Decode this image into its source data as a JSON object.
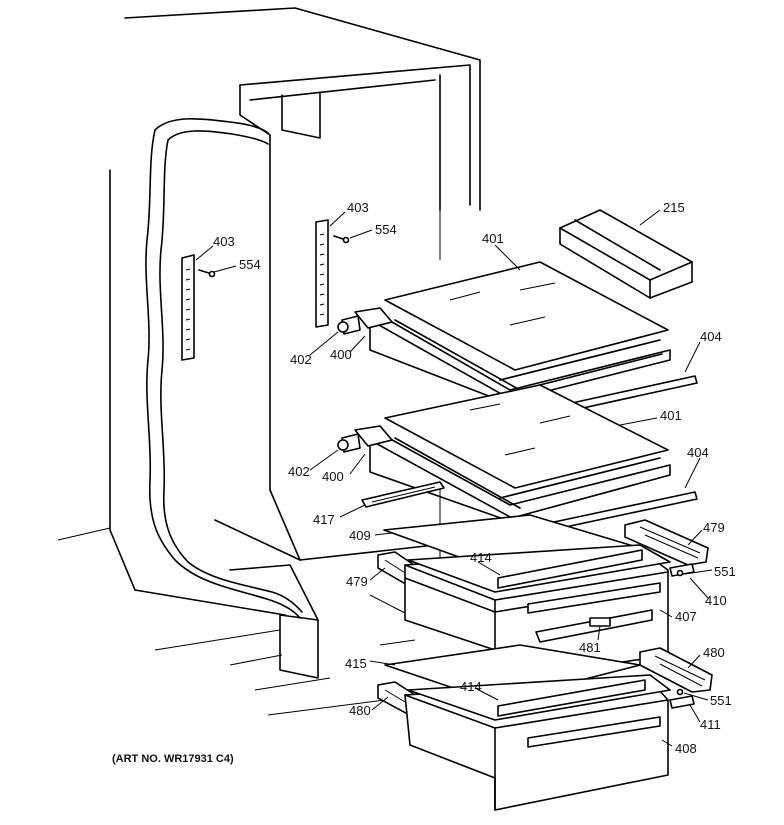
{
  "callouts": {
    "c215": "215",
    "c401_top": "401",
    "c401_mid": "401",
    "c403_left": "403",
    "c554_left": "554",
    "c403_right": "403",
    "c554_right": "554",
    "c404_top": "404",
    "c404_mid": "404",
    "c402_top": "402",
    "c400_top": "400",
    "c402_mid": "402",
    "c400_mid": "400",
    "c417": "417",
    "c409": "409",
    "c414_top": "414",
    "c479_right": "479",
    "c479_left": "479",
    "c551_top": "551",
    "c410": "410",
    "c407": "407",
    "c481": "481",
    "c415": "415",
    "c480_right": "480",
    "c414_bottom": "414",
    "c551_bottom": "551",
    "c480_left": "480",
    "c411": "411",
    "c408": "408"
  },
  "art_number": "(ART NO. WR17931 C4)"
}
